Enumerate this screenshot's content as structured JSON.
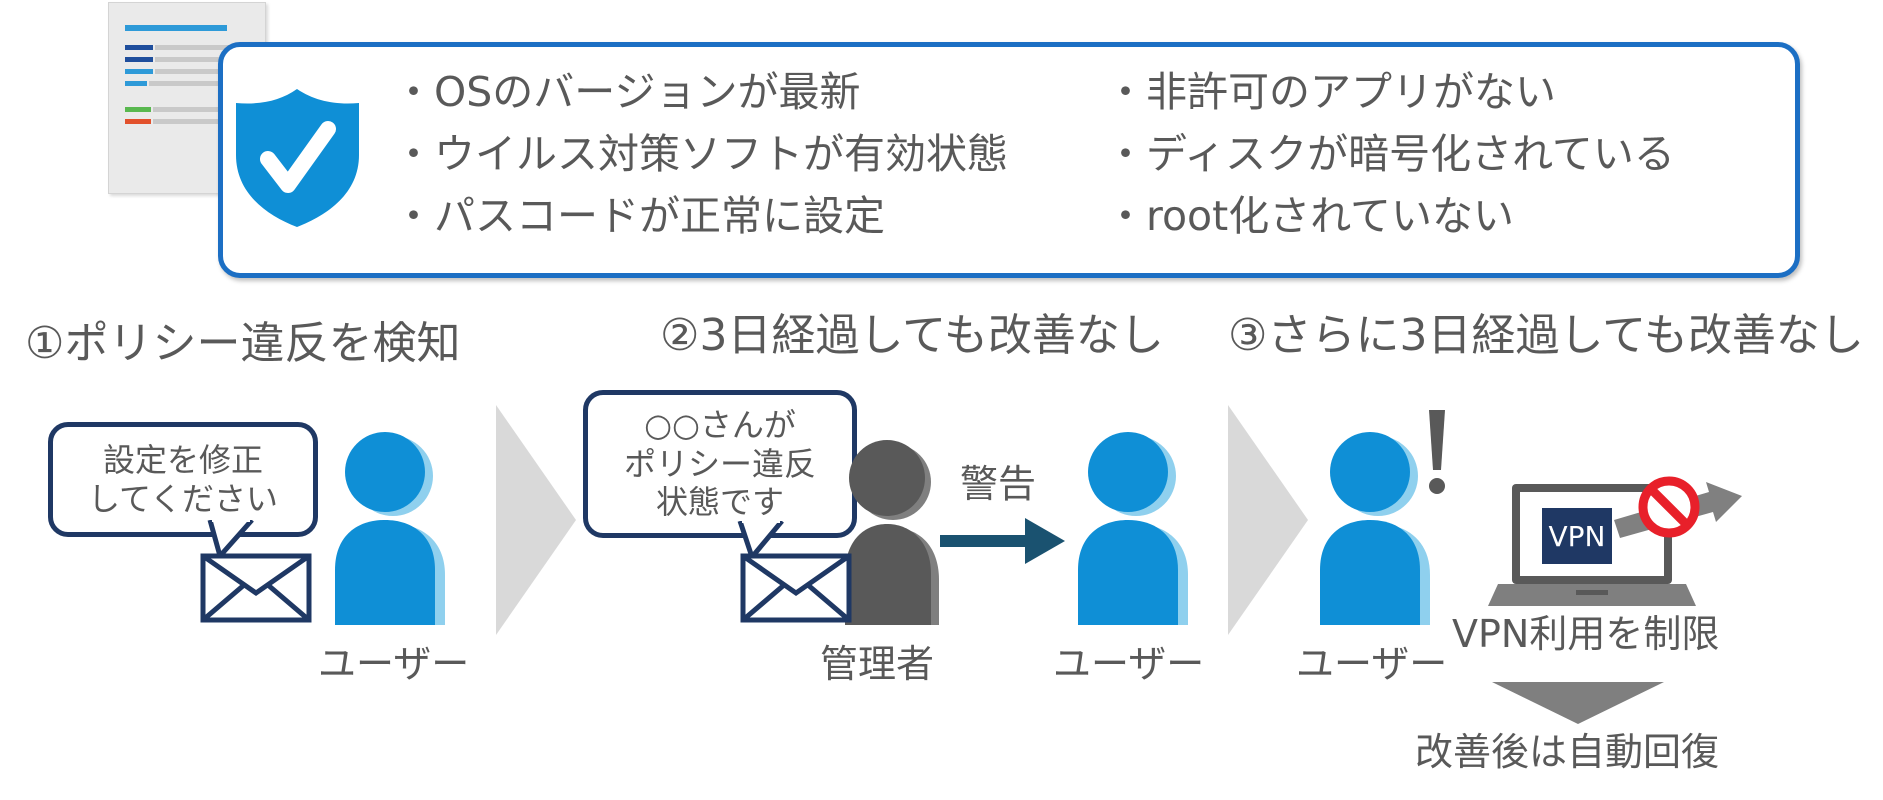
{
  "requirements": {
    "left": [
      "・OSのバージョンが最新",
      "・ウイルス対策ソフトが有効状態",
      "・パスコードが正常に設定"
    ],
    "right": [
      "・非許可のアプリがない",
      "・ディスクが暗号化されている",
      "・root化されていない"
    ]
  },
  "steps": [
    {
      "title": "①ポリシー違反を検知",
      "bubble": "設定を修正\nしてください",
      "user_label": "ユーザー"
    },
    {
      "title": "②3日経過しても改善なし",
      "bubble": "○○さんが\nポリシー違反\n状態です",
      "admin_label": "管理者",
      "arrow_label": "警告",
      "user_label": "ユーザー"
    },
    {
      "title": "③さらに3日経過しても改善なし",
      "user_label": "ユーザー",
      "vpn_badge": "VPN",
      "vpn_label": "VPN利用を制限",
      "recovery_label": "改善後は自動回復"
    }
  ],
  "colors": {
    "frame_blue": "#1c6fc4",
    "person_blue": "#0f8fd6",
    "person_shadow": "#8fd0ee",
    "admin_gray": "#595959",
    "navy": "#1f3864",
    "arrow_teal": "#1a5270",
    "chevron_gray": "#d9d9d9",
    "prohibit_red": "#e8202a"
  },
  "icons": [
    "document-icon",
    "shield-check-icon",
    "person-icon",
    "mail-icon",
    "laptop-icon",
    "no-entry-icon",
    "exclamation-icon"
  ]
}
